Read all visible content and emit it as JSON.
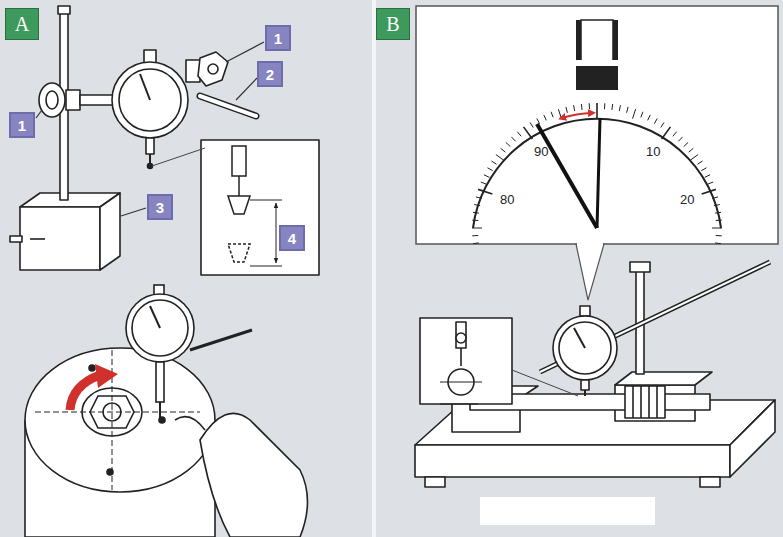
{
  "diagram": {
    "nodes": [
      {
        "text": [
          "A"
        ]
      },
      {
        "text": [
          "B"
        ]
      },
      {
        "text": [
          "1"
        ]
      },
      {
        "text": [
          "2"
        ]
      },
      {
        "text": [
          "1"
        ]
      },
      {
        "text": [
          "3"
        ]
      },
      {
        "text": [
          "4"
        ]
      }
    ],
    "labels": [
      "90",
      "10",
      "80",
      "20"
    ]
  }
}
